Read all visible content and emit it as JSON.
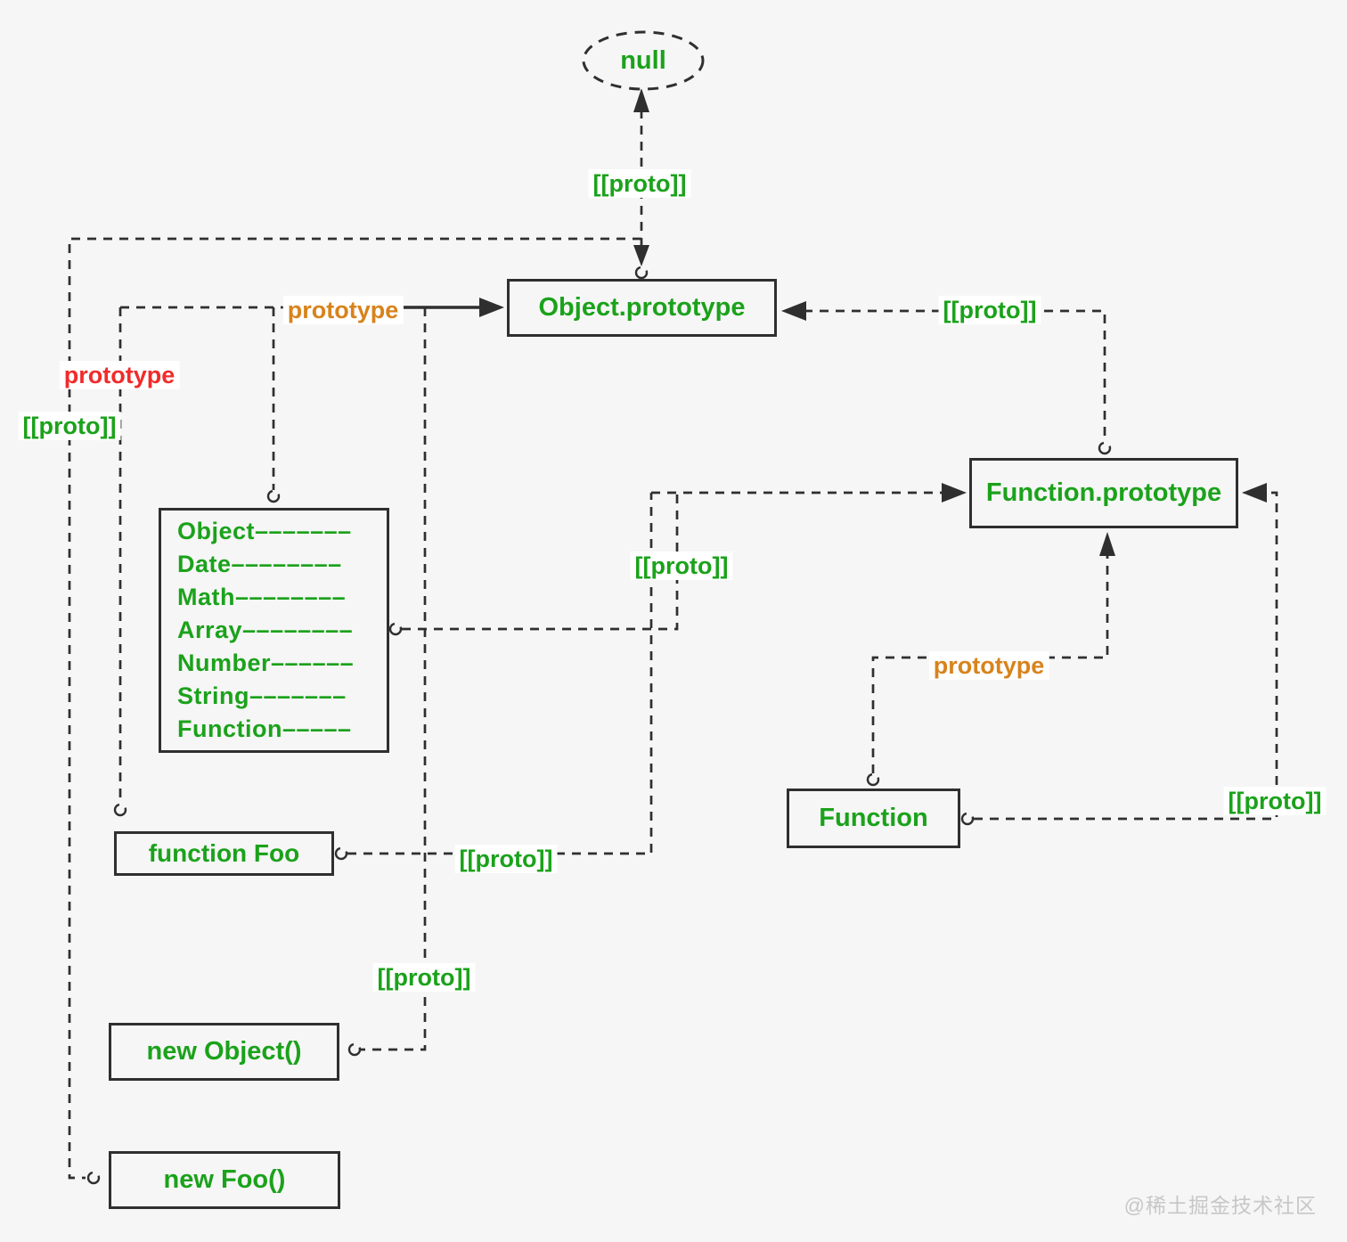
{
  "diagram": {
    "nodes": {
      "null": "null",
      "object_prototype": "Object.prototype",
      "function_prototype": "Function.prototype",
      "builtins": [
        "Object–––––––",
        "Date––––––––",
        "Math––––––––",
        "Array––––––––",
        "Number––––––",
        "String–––––––",
        "Function–––––"
      ],
      "function_foo": "function Foo",
      "function": "Function",
      "new_object": "new Object()",
      "new_foo": "new Foo()"
    },
    "labels": {
      "proto_object_prototype_to_null": "[[proto]]",
      "prototype_to_object_prototype": "prototype",
      "proto_function_prototype_to_object_prototype": "[[proto]]",
      "prototype_foo_red": "prototype",
      "proto_new_foo": "[[proto]]",
      "proto_builtins": "[[proto]]",
      "prototype_function": "prototype",
      "proto_function": "[[proto]]",
      "proto_function_foo": "[[proto]]",
      "proto_new_object": "[[proto]]"
    },
    "colors": {
      "green": "#1ba21b",
      "orange": "#d8831c",
      "red": "#f12b2b",
      "line": "#2f2f2f",
      "background": "#f6f6f6",
      "watermark": "#c7c7c7"
    },
    "watermark": "@稀土掘金技术社区"
  }
}
